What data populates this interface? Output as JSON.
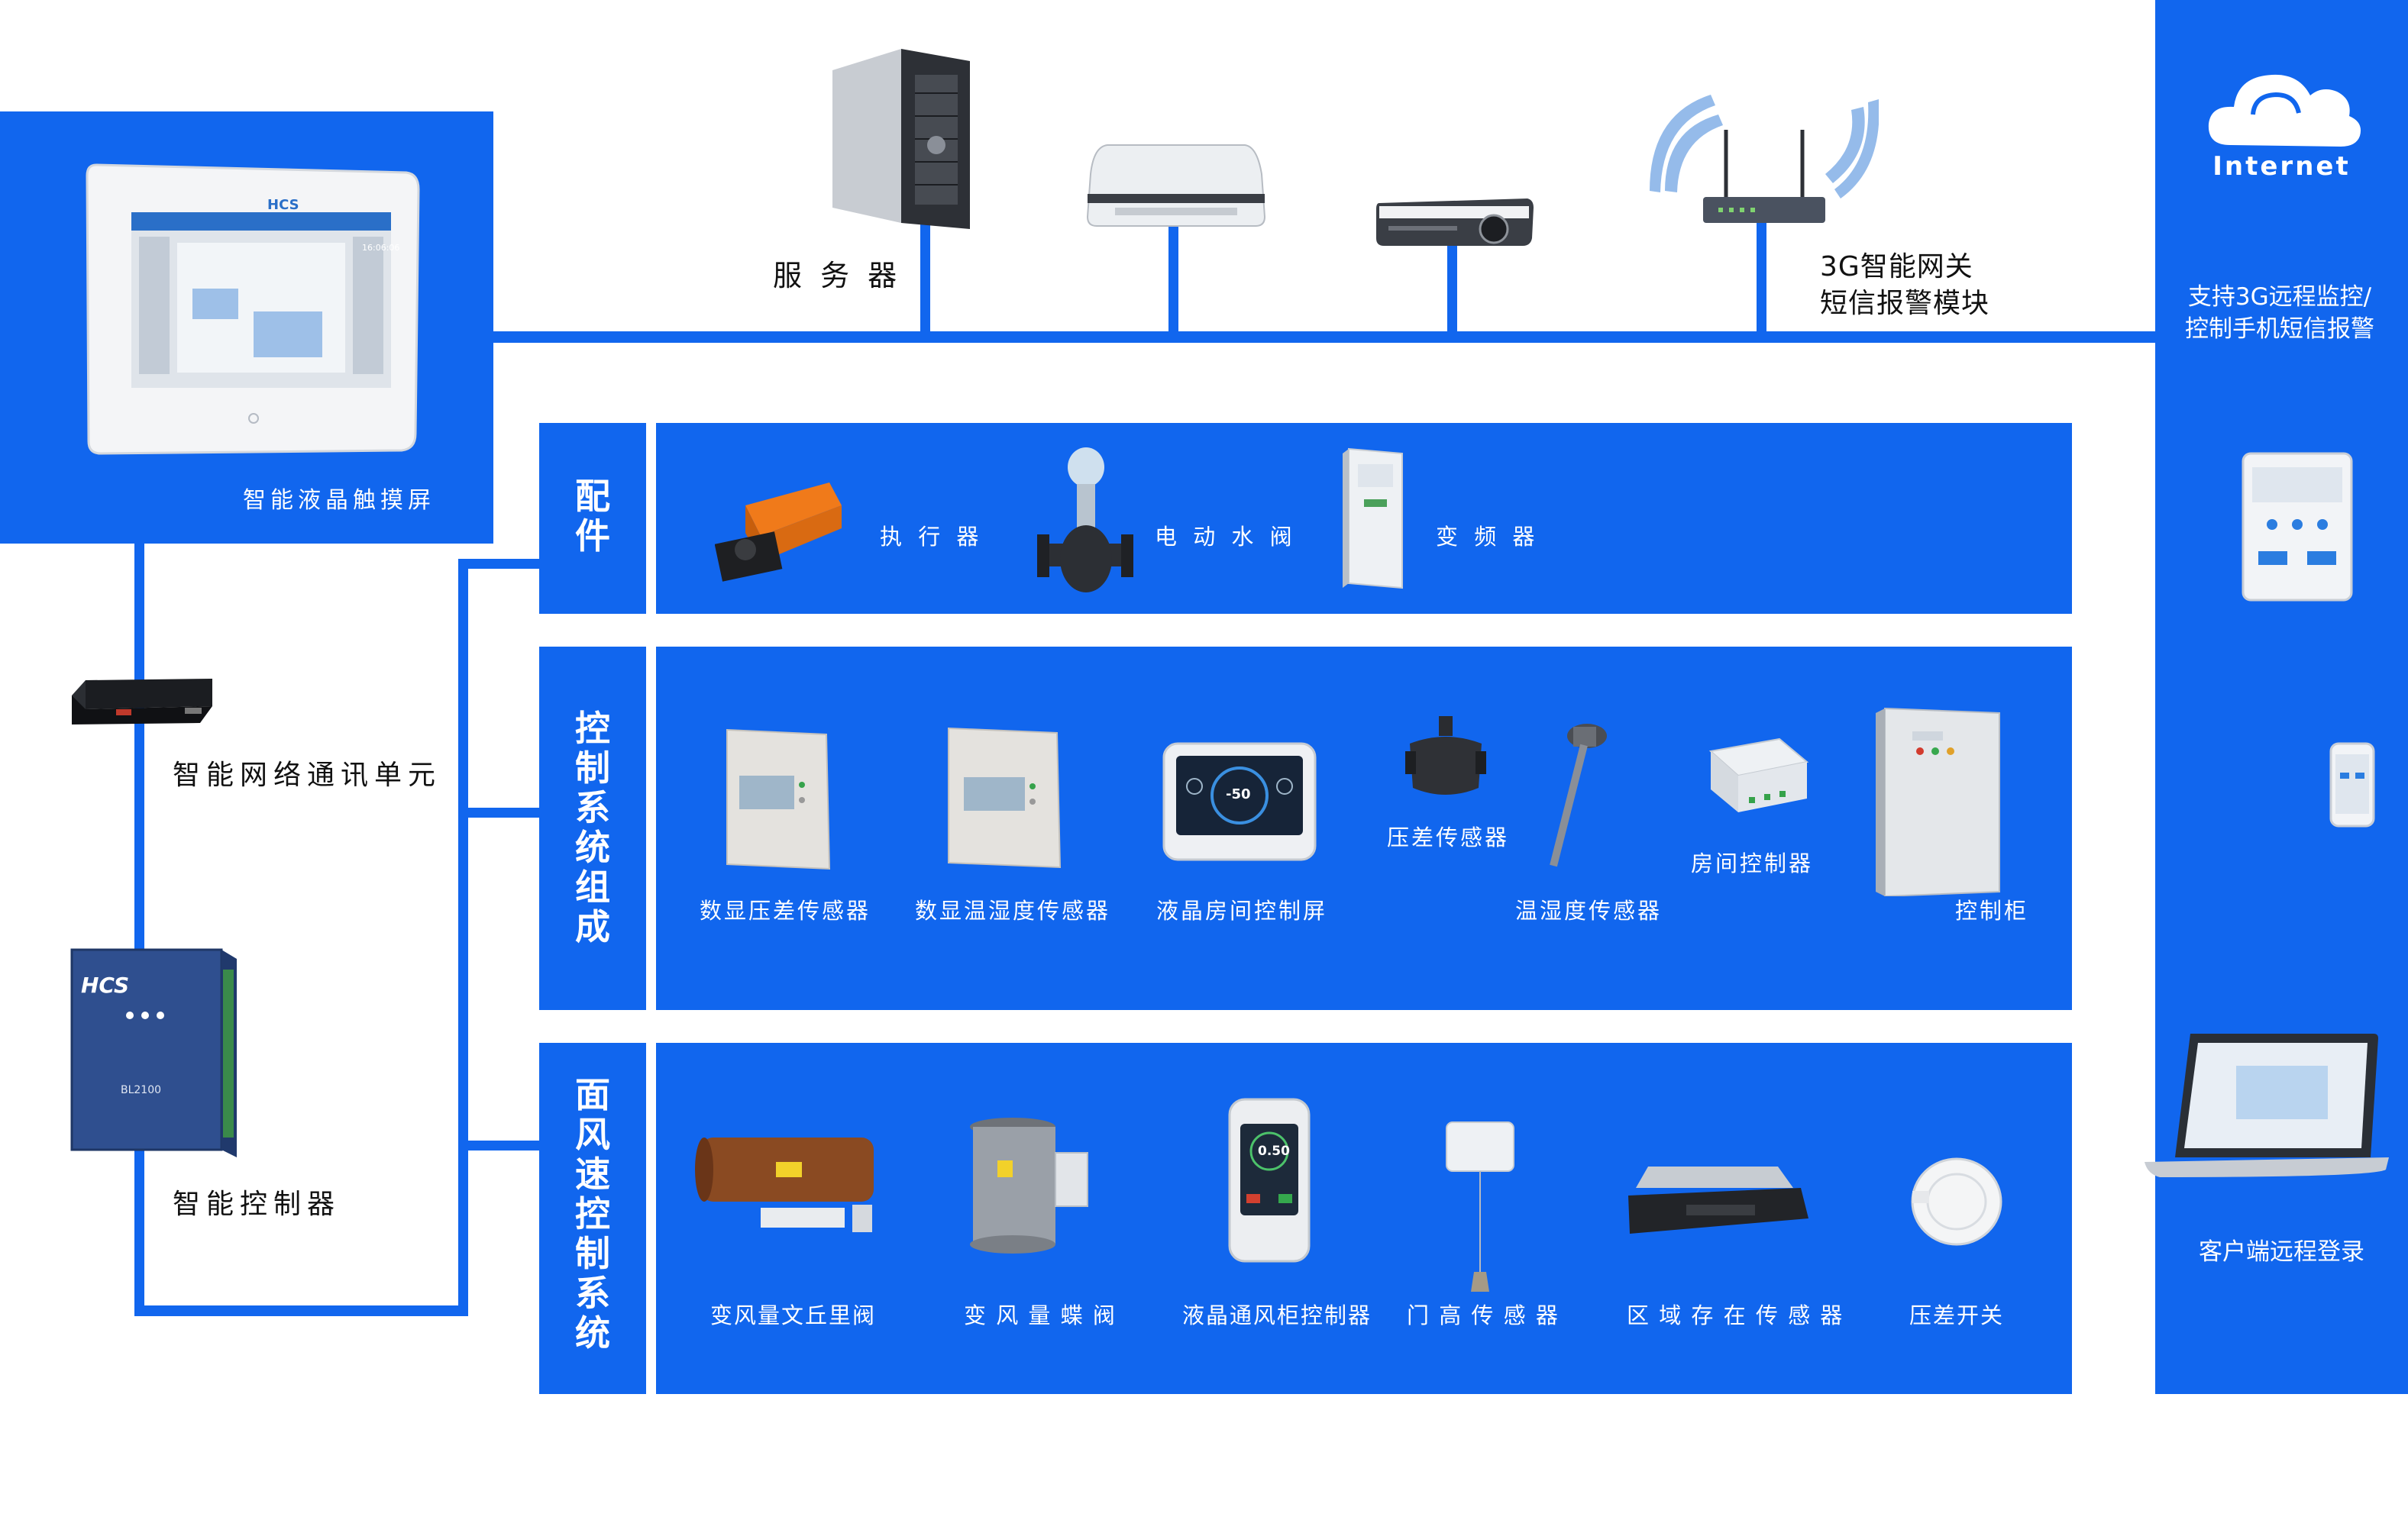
{
  "colors": {
    "primary_blue": "#1166ee",
    "background": "#ffffff"
  },
  "top_devices": {
    "server": "服 务 器",
    "gateway_line1": "3G智能网关",
    "gateway_line2": "短信报警模块"
  },
  "touchscreen": {
    "label": "智能液晶触摸屏",
    "brand": "HCS",
    "time": "16:06:06"
  },
  "comm_unit": {
    "label": "智能网络通讯单元"
  },
  "controller": {
    "label": "智能控制器",
    "brand": "HCS",
    "model": "BL2100"
  },
  "right_panel": {
    "internet": "Internet",
    "remote_text": "支持3G远程监控/控制手机短信报警",
    "client_login": "客户端远程登录"
  },
  "sections": {
    "accessories": {
      "title": "配件",
      "items": [
        "执 行 器",
        "电 动 水 阀",
        "变 频 器"
      ]
    },
    "control": {
      "title": "控制系统组成",
      "items": [
        "数显压差传感器",
        "数显温湿度传感器",
        "液晶房间控制屏",
        "压差传感器",
        "温湿度传感器",
        "房间控制器",
        "控制柜"
      ],
      "screen_value": "-50"
    },
    "face_velocity": {
      "title": "面风速控制系统",
      "items": [
        "变风量文丘里阀",
        "变 风 量 蝶 阀",
        "液晶通风柜控制器",
        "门 高 传 感 器",
        "区 域 存 在 传 感 器",
        "压差开关"
      ],
      "display_value": "0.50"
    }
  }
}
